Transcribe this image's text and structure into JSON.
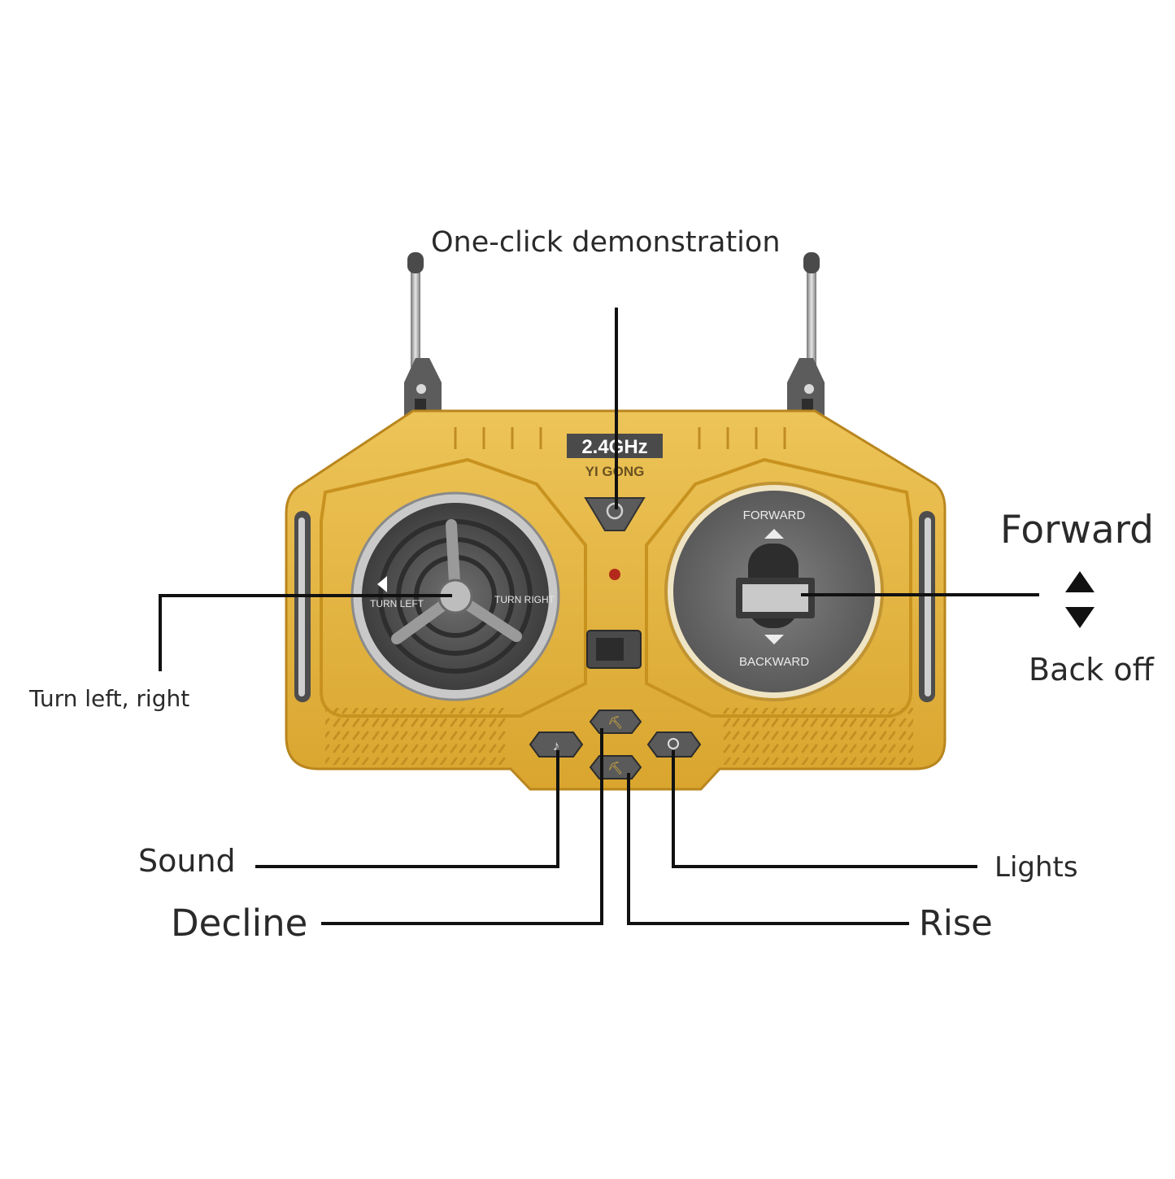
{
  "remote": {
    "frequency_label": "2.4GHz",
    "brand_label": "YI GONG",
    "steering_left_label": "TURN LEFT",
    "steering_right_label": "TURN RIGHT",
    "forward_label": "FORWARD",
    "backward_label": "BACKWARD",
    "body_color": "#e2b23c",
    "panel_color": "#6b6b6b"
  },
  "callouts": {
    "demo": "One-click demonstration",
    "turn": "Turn left,  right",
    "forward": "Forward",
    "back": "Back off",
    "sound": "Sound",
    "decline": "Decline",
    "lights": "Lights",
    "rise": "Rise"
  }
}
